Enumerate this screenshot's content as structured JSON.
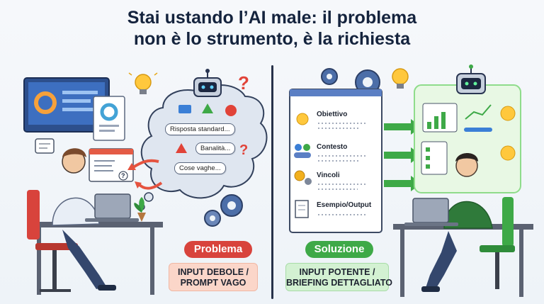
{
  "header": {
    "title_line1": "Stai ustando l’AI male: il problema",
    "title_line2": "non è lo strumento, è la richiesta"
  },
  "left_panel": {
    "badge": "Problema",
    "note_line1": "INPUT DEBOLE /",
    "note_line2": "PROMPT VAGO",
    "thought_bubbles": [
      "Risposta standard...",
      "Banalità...",
      "Cose vaghe..."
    ],
    "accent_color": "#d8433c"
  },
  "right_panel": {
    "badge": "Soluzione",
    "note_line1": "INPUT POTENTE /",
    "note_line2": "BRIEFING DETTAGLIATO",
    "brief_sections": [
      "Obiettivo",
      "Contesto",
      "Vincoli",
      "Esempio/Output"
    ],
    "accent_color": "#3ea947"
  },
  "icons": [
    "lightbulb-icon",
    "robot-icon",
    "gear-icon",
    "question-mark-icon",
    "laptop-icon",
    "plant-icon",
    "chart-icon",
    "checklist-icon",
    "people-icon",
    "coins-icon",
    "document-icon"
  ]
}
